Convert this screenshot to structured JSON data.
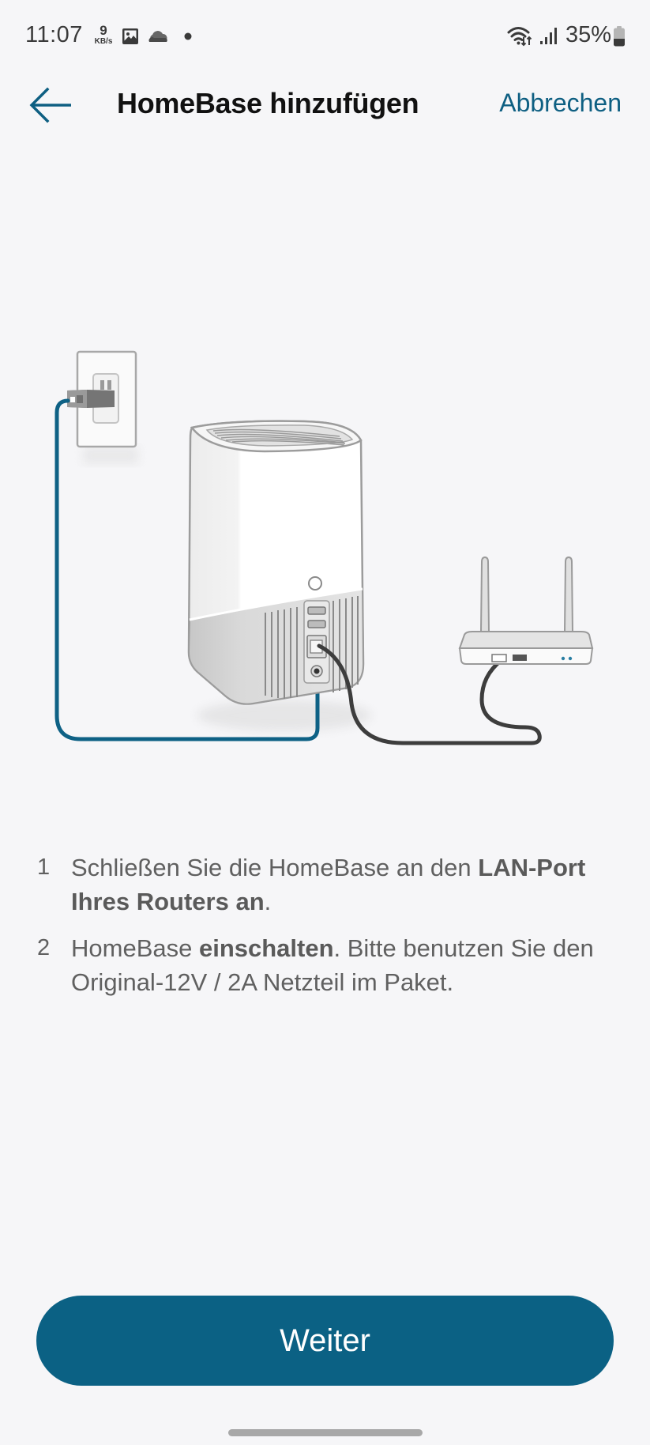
{
  "status_bar": {
    "time": "11:07",
    "net_speed_value": "9",
    "net_speed_unit": "KB/s",
    "icons": [
      "gallery-icon",
      "cloud-icon",
      "notification-dot-icon",
      "wifi-icon",
      "signal-icon",
      "battery-icon"
    ],
    "battery_percent": "35%"
  },
  "header": {
    "back_icon": "arrow-left-icon",
    "title": "HomeBase hinzufügen",
    "cancel_label": "Abbrechen"
  },
  "illustration": {
    "description": "HomeBase connected to wall power outlet and router LAN port",
    "elements": [
      "wall-outlet",
      "power-plug",
      "power-cable",
      "homebase-device",
      "ethernet-cable",
      "router"
    ]
  },
  "steps": [
    {
      "number": "1",
      "text_before": "Schließen Sie die HomeBase an den ",
      "text_bold": "LAN-Port Ihres Routers an",
      "text_after": "."
    },
    {
      "number": "2",
      "text_before": "HomeBase ",
      "text_bold": "einschalten",
      "text_after": ". Bitte benutzen Sie den Original-12V / 2A Netzteil im Paket."
    }
  ],
  "footer": {
    "continue_label": "Weiter"
  },
  "colors": {
    "accent": "#0b6184",
    "link": "#0e5f82",
    "background": "#f6f6f8",
    "body_text": "#606060",
    "power_cable": "#0e6185",
    "ethernet_cable": "#3d3d3d"
  }
}
